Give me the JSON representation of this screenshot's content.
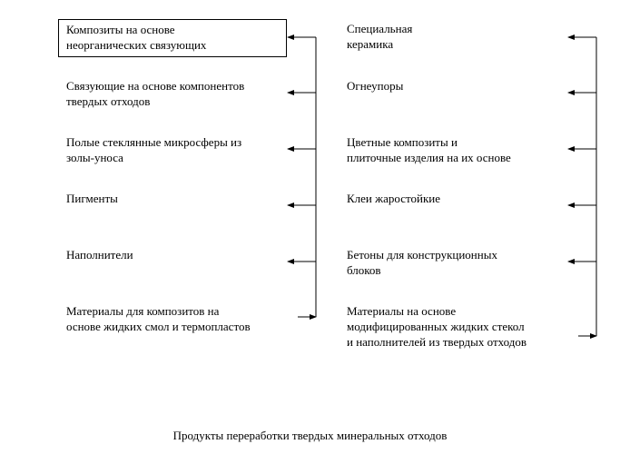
{
  "left_column": [
    {
      "text": "Композиты на основе\nнеорганических связующих",
      "boxed": true
    },
    {
      "text": "Связующие на основе компонентов\nтвердых отходов"
    },
    {
      "text": "Полые стеклянные микросферы из\nзолы-уноса"
    },
    {
      "text": "Пигменты"
    },
    {
      "text": "Наполнители"
    },
    {
      "text": "Материалы для композитов на\nоснове жидких смол и термопластов"
    }
  ],
  "right_column": [
    {
      "text": "Специальная\nкерамика"
    },
    {
      "text": "Огнеупоры"
    },
    {
      "text": "Цветные композиты и\nплиточные изделия на их основе"
    },
    {
      "text": "Клеи жаростойкие"
    },
    {
      "text": "Бетоны для конструкционных\nблоков"
    },
    {
      "text": "Материалы на основе\nмодифицированных жидких стекол\nи наполнителей из твердых отходов"
    }
  ],
  "caption": "Продукты переработки твердых минеральных отходов"
}
